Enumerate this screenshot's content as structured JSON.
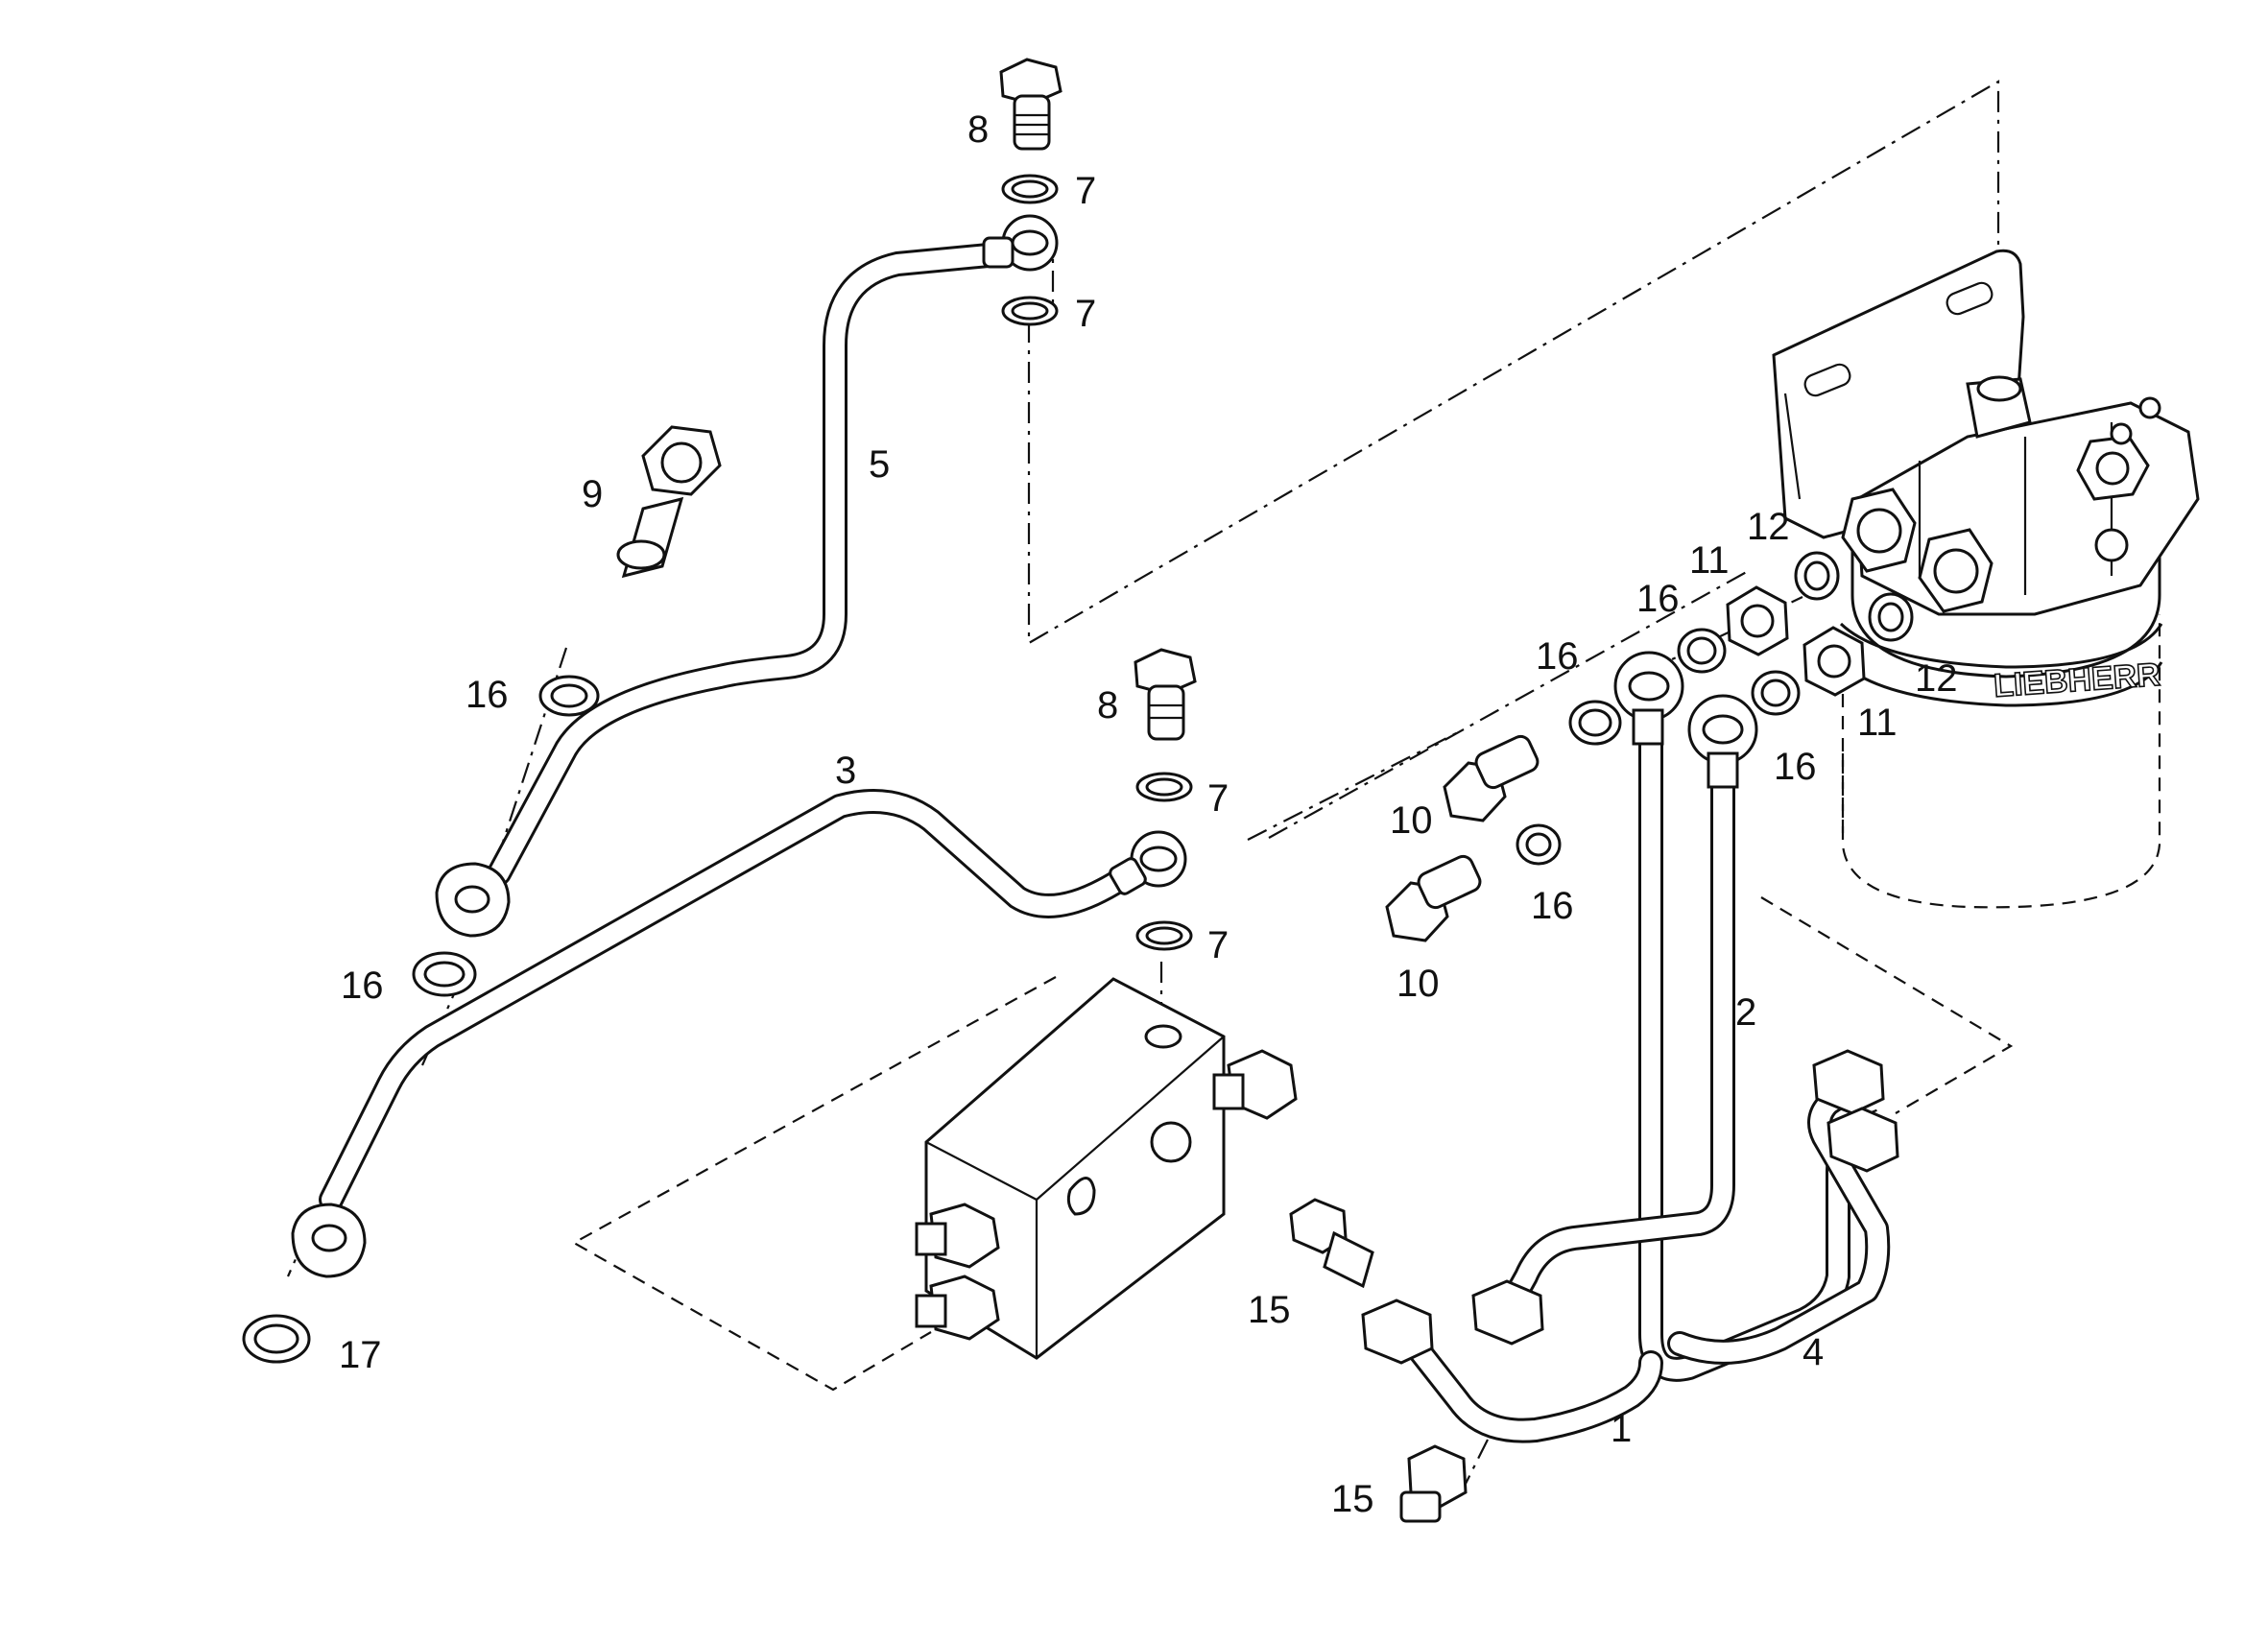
{
  "callouts": {
    "c1": "1",
    "c2": "2",
    "c3": "3",
    "c4": "4",
    "c5": "5",
    "c7a": "7",
    "c7b": "7",
    "c7c": "7",
    "c7d": "7",
    "c8a": "8",
    "c8b": "8",
    "c9": "9",
    "c10a": "10",
    "c10b": "10",
    "c11a": "11",
    "c11b": "11",
    "c12a": "12",
    "c12b": "12",
    "c15a": "15",
    "c15b": "15",
    "c16a": "16",
    "c16b": "16",
    "c16c": "16",
    "c16d": "16",
    "c16e": "16",
    "c16f": "16",
    "c17": "17"
  },
  "filter_brand": "LIEBHERR"
}
